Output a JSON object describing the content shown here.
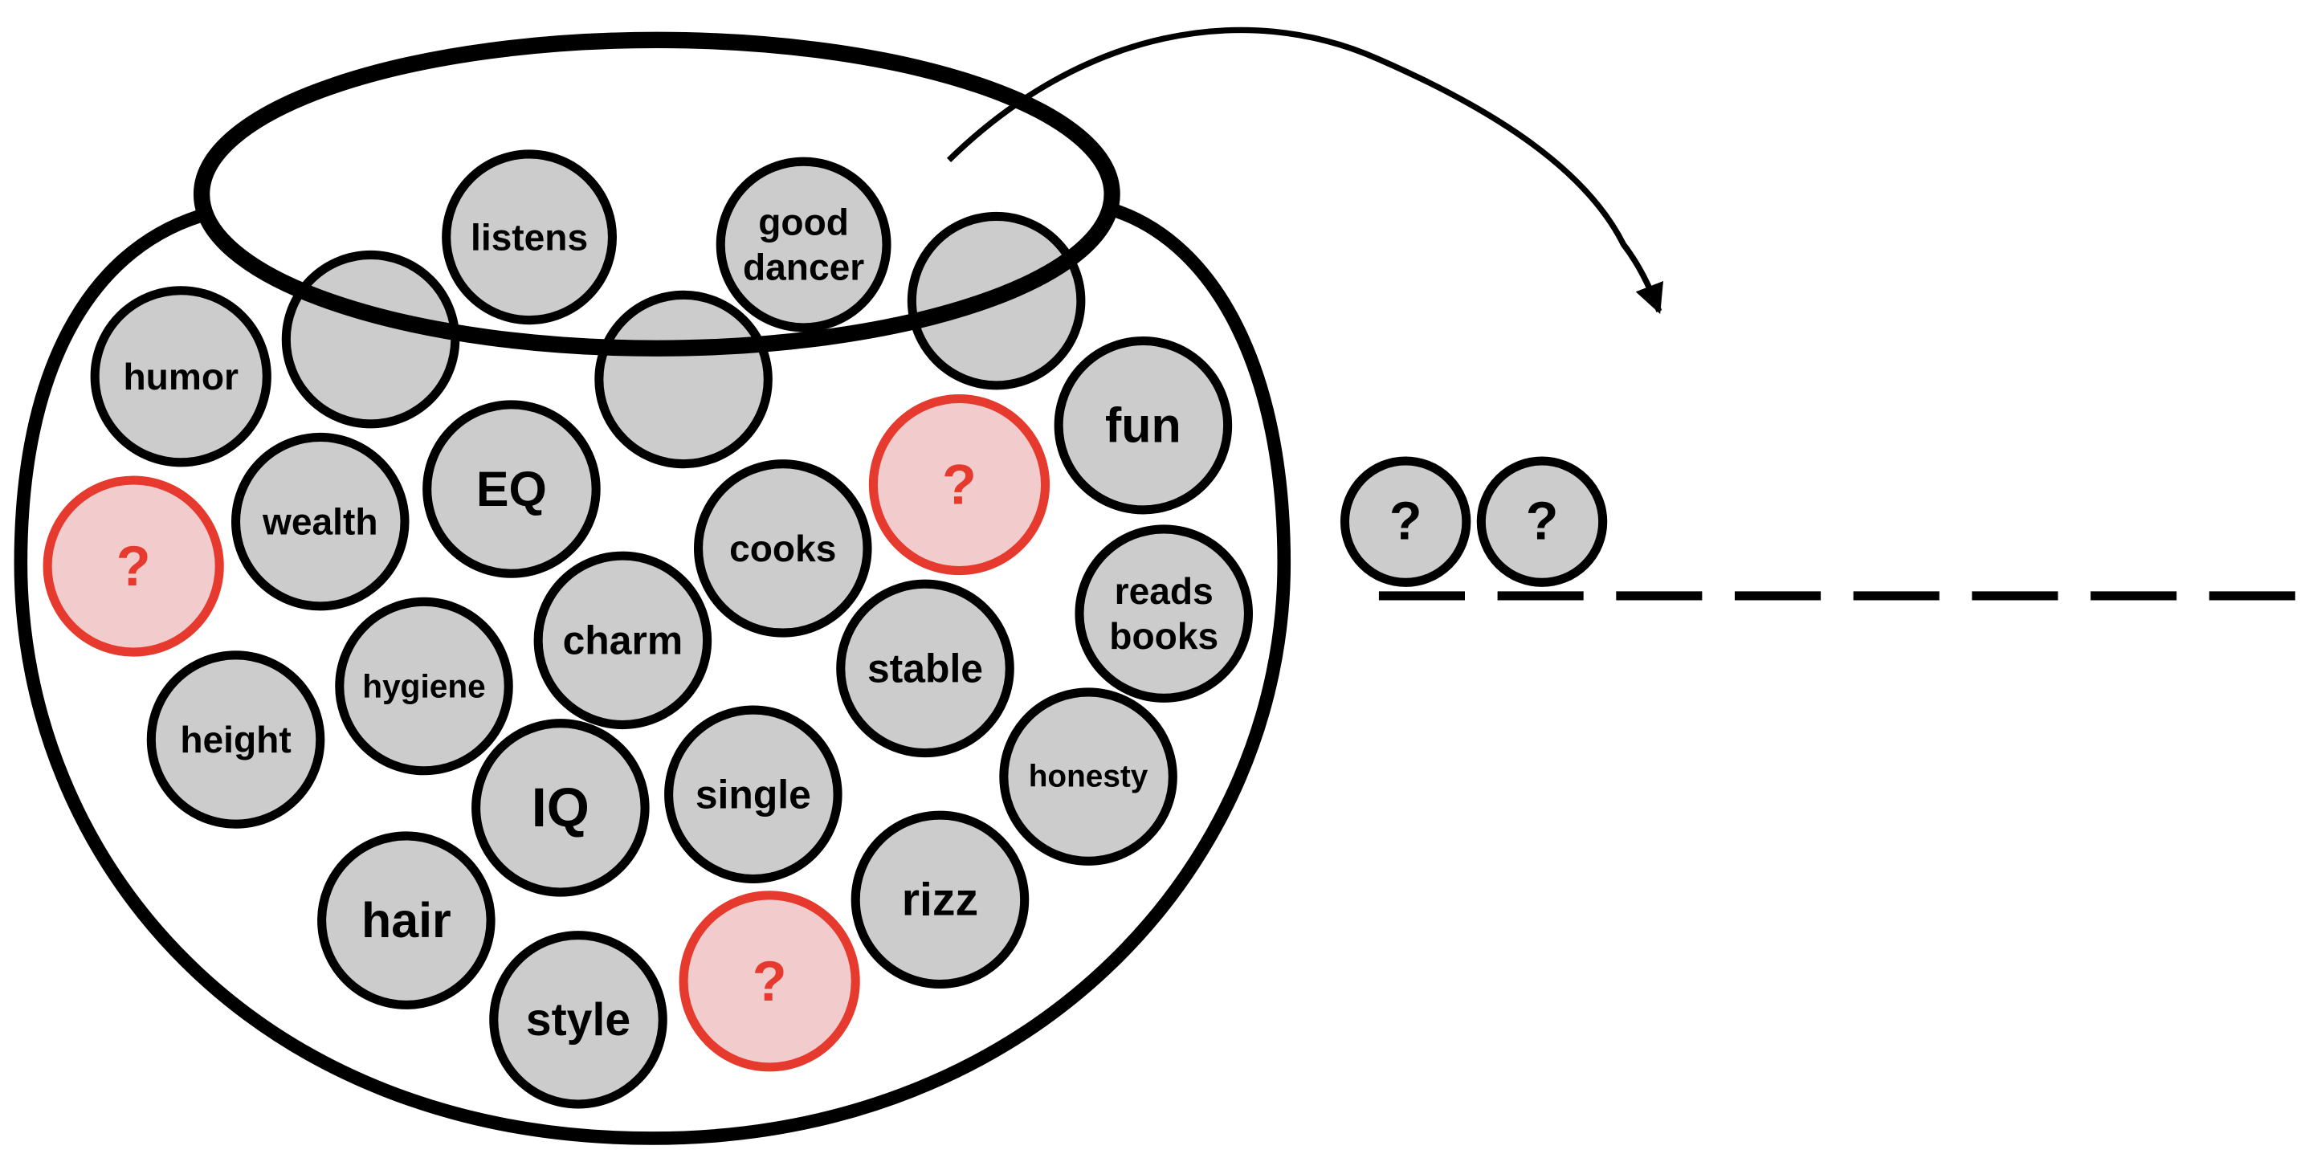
{
  "colors": {
    "stroke": "#000000",
    "ball_fill": "#cccccc",
    "highlight_stroke": "#e63a2e",
    "highlight_fill": "#f2cccc",
    "highlight_text": "#e63a2e",
    "text": "#000000"
  },
  "balls": [
    {
      "id": "listens",
      "lines": [
        "listens"
      ],
      "style": "normal"
    },
    {
      "id": "good-dancer",
      "lines": [
        "good",
        "dancer"
      ],
      "style": "normal"
    },
    {
      "id": "blank-1",
      "lines": [],
      "style": "normal"
    },
    {
      "id": "blank-2",
      "lines": [],
      "style": "normal"
    },
    {
      "id": "blank-3",
      "lines": [],
      "style": "normal"
    },
    {
      "id": "humor",
      "lines": [
        "humor"
      ],
      "style": "normal"
    },
    {
      "id": "fun",
      "lines": [
        "fun"
      ],
      "style": "normal"
    },
    {
      "id": "wealth",
      "lines": [
        "wealth"
      ],
      "style": "normal"
    },
    {
      "id": "eq",
      "lines": [
        "EQ"
      ],
      "style": "normal"
    },
    {
      "id": "unknown-1",
      "lines": [
        "?"
      ],
      "style": "highlight"
    },
    {
      "id": "unknown-2",
      "lines": [
        "?"
      ],
      "style": "highlight"
    },
    {
      "id": "cooks",
      "lines": [
        "cooks"
      ],
      "style": "normal"
    },
    {
      "id": "reads-books",
      "lines": [
        "reads",
        "books"
      ],
      "style": "normal"
    },
    {
      "id": "charm",
      "lines": [
        "charm"
      ],
      "style": "normal"
    },
    {
      "id": "hygiene",
      "lines": [
        "hygiene"
      ],
      "style": "normal"
    },
    {
      "id": "stable",
      "lines": [
        "stable"
      ],
      "style": "normal"
    },
    {
      "id": "height",
      "lines": [
        "height"
      ],
      "style": "normal"
    },
    {
      "id": "honesty",
      "lines": [
        "honesty"
      ],
      "style": "normal"
    },
    {
      "id": "iq",
      "lines": [
        "IQ"
      ],
      "style": "normal"
    },
    {
      "id": "single",
      "lines": [
        "single"
      ],
      "style": "normal"
    },
    {
      "id": "hair",
      "lines": [
        "hair"
      ],
      "style": "normal"
    },
    {
      "id": "rizz",
      "lines": [
        "rizz"
      ],
      "style": "normal"
    },
    {
      "id": "style",
      "lines": [
        "style"
      ],
      "style": "normal"
    },
    {
      "id": "unknown-3",
      "lines": [
        "?"
      ],
      "style": "highlight"
    }
  ],
  "drawn_balls": [
    {
      "id": "drawn-1",
      "lines": [
        "?"
      ]
    },
    {
      "id": "drawn-2",
      "lines": [
        "?"
      ]
    }
  ]
}
